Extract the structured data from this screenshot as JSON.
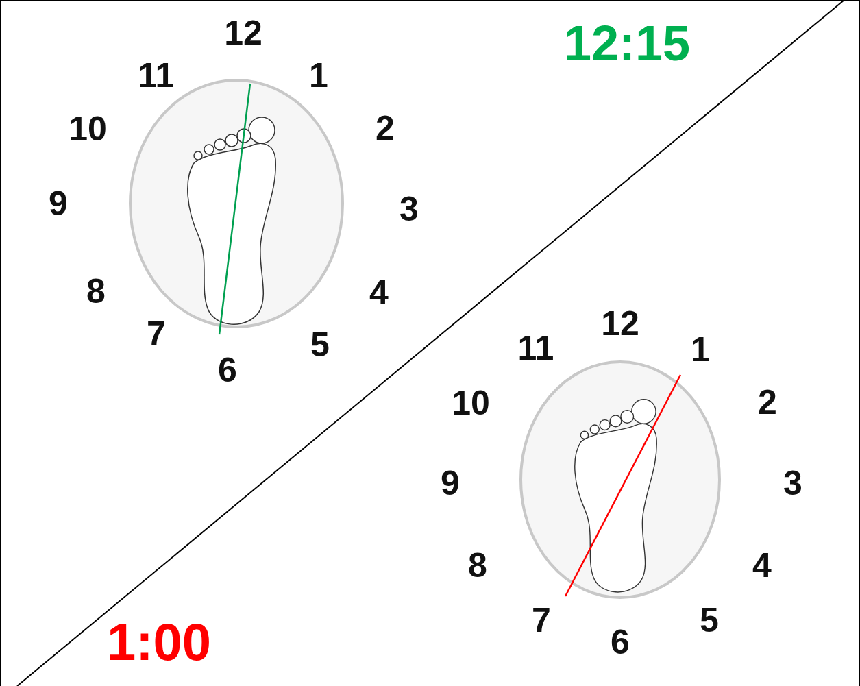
{
  "diagram": {
    "labels": [
      "12",
      "1",
      "2",
      "3",
      "4",
      "5",
      "6",
      "7",
      "8",
      "9",
      "10",
      "11",
      "12:15",
      "12",
      "1",
      "2",
      "3",
      "4",
      "5",
      "6",
      "7",
      "8",
      "9",
      "10",
      "11",
      "1:00"
    ]
  }
}
